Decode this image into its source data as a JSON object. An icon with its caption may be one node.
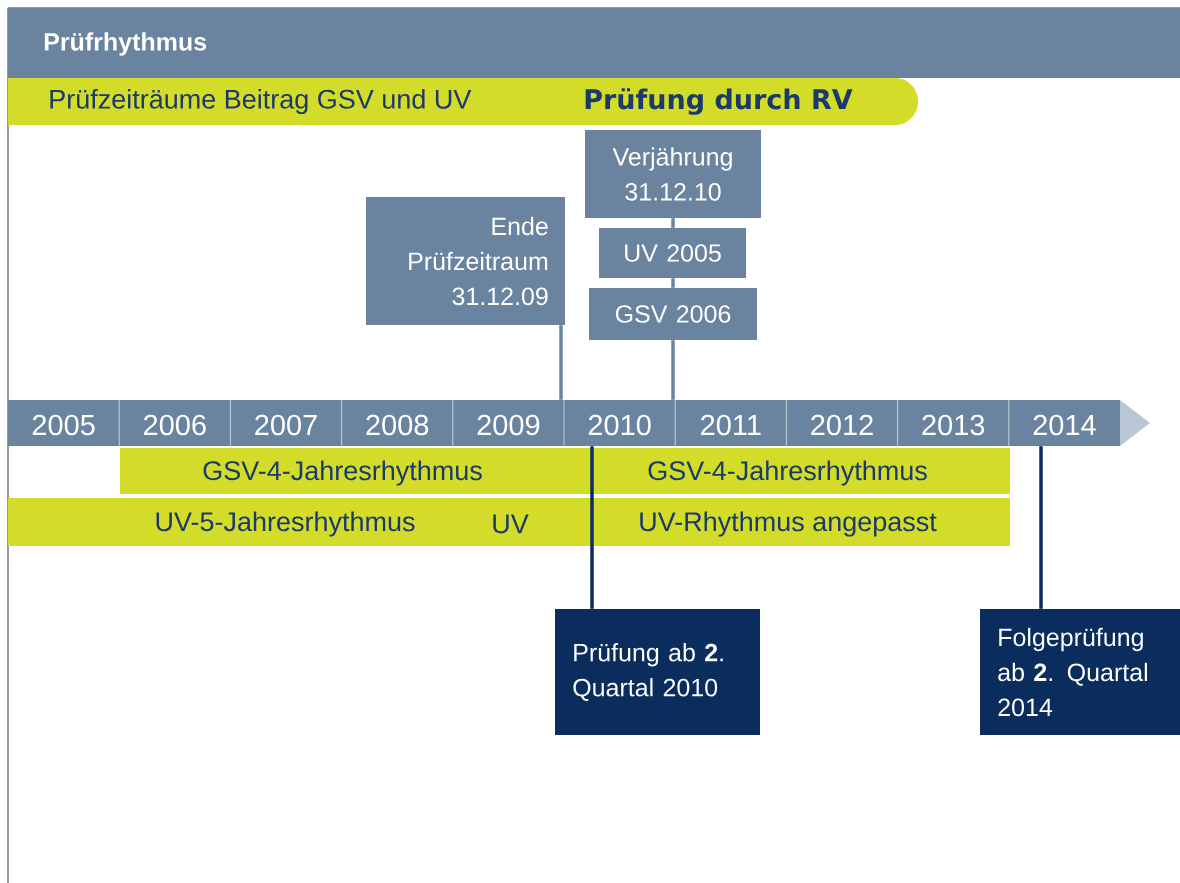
{
  "diagram": {
    "title": "Prüfrhythmus",
    "nodes": [
      {
        "text": [
          "Prüfzeiträume Beitrag GSV und UV",
          "Prüfung durch RV"
        ]
      },
      {
        "text": [
          "2005"
        ]
      },
      {
        "text": [
          "2006"
        ]
      },
      {
        "text": [
          "2007"
        ]
      },
      {
        "text": [
          "2008"
        ]
      },
      {
        "text": [
          "2009"
        ]
      },
      {
        "text": [
          "2010"
        ]
      },
      {
        "text": [
          "2011"
        ]
      },
      {
        "text": [
          "2012"
        ]
      },
      {
        "text": [
          "2013"
        ]
      },
      {
        "text": [
          "2014"
        ]
      },
      {
        "text": [
          "GSV-4-Jahresrhythmus"
        ]
      },
      {
        "text": [
          "GSV-4-Jahresrhythmus"
        ]
      },
      {
        "text": [
          "UV-5-Jahresrhythmus",
          "UV"
        ]
      },
      {
        "text": [
          "UV-Rhythmus angepasst"
        ]
      },
      {
        "text": [
          "Ende Prüfzeitraum 31.12.09"
        ]
      },
      {
        "text": [
          "Verjährung 31.12.10"
        ]
      },
      {
        "text": [
          "UV 2005"
        ]
      },
      {
        "text": [
          "GSV 2006"
        ]
      },
      {
        "text": [
          "Prüfung ab **2**. Quartal 2010"
        ]
      },
      {
        "text": [
          "Folgeprüfung ab **2**. Quartal 2014"
        ]
      }
    ],
    "edges": [
      {
        "from": 15,
        "to": 5,
        "arrow": "none"
      },
      {
        "from": 16,
        "to": 17,
        "arrow": "none"
      },
      {
        "from": 17,
        "to": 18,
        "arrow": "none"
      },
      {
        "from": 18,
        "to": 6,
        "arrow": "none"
      },
      {
        "from": 19,
        "to": 6,
        "arrow": "none",
        "color": "#0a2d5e"
      },
      {
        "from": 20,
        "to": 10,
        "arrow": "none",
        "color": "#0a2d5e"
      }
    ]
  }
}
